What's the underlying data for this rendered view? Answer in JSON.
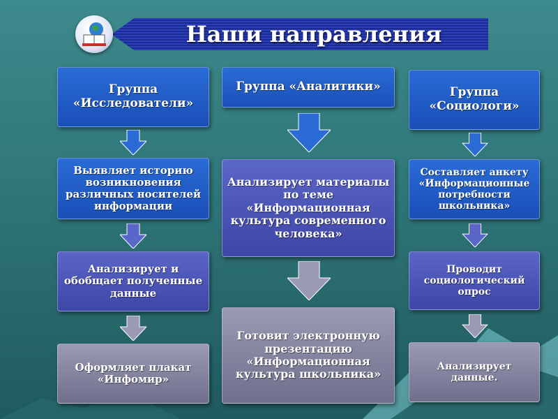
{
  "header": {
    "title": "Наши направления"
  },
  "columns": [
    {
      "heading": "Группа «Исследователи»",
      "steps": [
        "Выявляет историю возникновения различных носителей информации",
        "Анализирует и обобщает полученные данные",
        "Оформляет плакат «Инфомир»"
      ]
    },
    {
      "heading": "Группа «Аналитики»",
      "steps": [
        "Анализирует материалы по теме «Информационная культура современного человека»",
        "Готовит электронную презентацию «Информационная культура школьника»"
      ]
    },
    {
      "heading": "Группа «Социологи»",
      "steps": [
        "Составляет анкету «Информационные потребности школьника»",
        "Проводит социологический опрос",
        "Анализирует данные."
      ]
    }
  ],
  "colors": {
    "blue": "#1a4fb7",
    "purple": "#3e46a6",
    "gray": "#6f6f8c",
    "background": "#2f7678"
  }
}
